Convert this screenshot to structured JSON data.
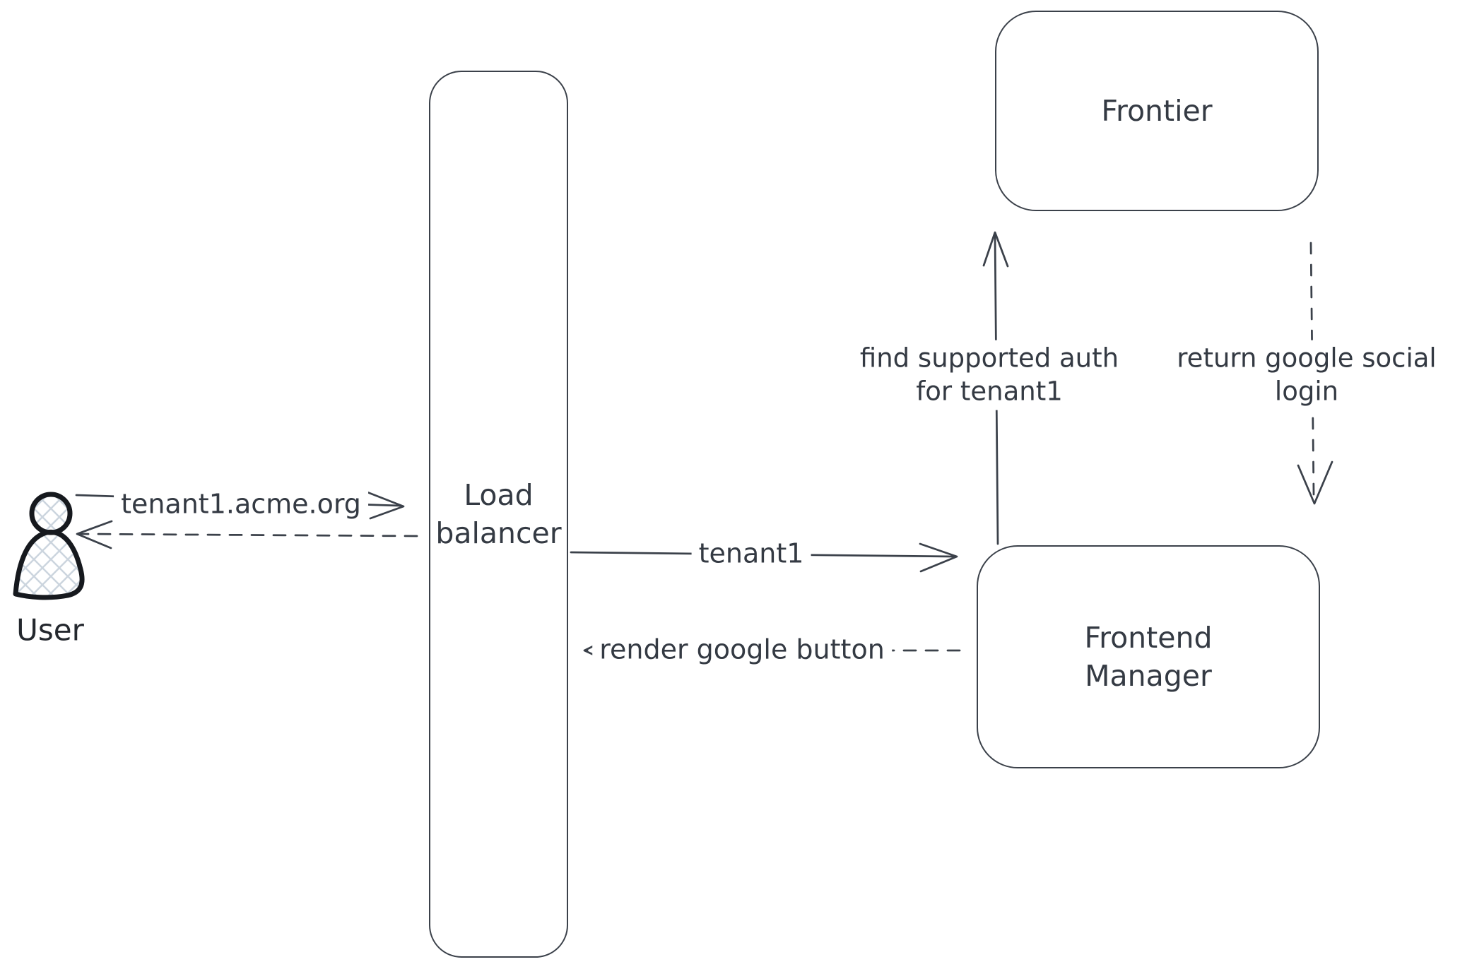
{
  "canvas": {
    "background": "#ffffff",
    "stroke_color": "#3b414a",
    "text_color": "#343a43",
    "hatch_color": "#ccd5de"
  },
  "nodes": {
    "user": {
      "label": "User",
      "icon": "person-icon"
    },
    "load_balancer": {
      "lines": [
        "Load",
        "balancer"
      ]
    },
    "frontier": {
      "label": "Frontier"
    },
    "frontend_manager": {
      "lines": [
        "Frontend",
        "Manager"
      ]
    }
  },
  "edges": {
    "user_to_load_balancer": {
      "label": "tenant1.acme.org",
      "style": "solid",
      "direction": "right"
    },
    "load_balancer_to_user": {
      "label": "",
      "style": "dashed",
      "direction": "left"
    },
    "load_balancer_to_frontend_manager": {
      "label": "tenant1",
      "style": "solid",
      "direction": "right"
    },
    "frontend_manager_to_load_balancer": {
      "label": "render google button",
      "style": "dashed",
      "direction": "left"
    },
    "frontend_manager_to_frontier": {
      "lines": [
        "find supported auth",
        "for tenant1"
      ],
      "style": "solid",
      "direction": "up"
    },
    "frontier_to_frontend_manager": {
      "lines": [
        "return google social",
        "login"
      ],
      "style": "dashed",
      "direction": "down"
    }
  }
}
